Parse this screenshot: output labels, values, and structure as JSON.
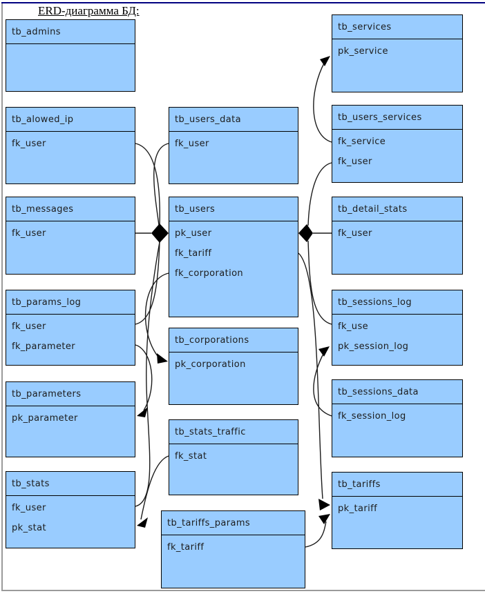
{
  "page": {
    "title": "ERD-диаграмма БД:"
  },
  "colors": {
    "box_fill": "#99CCFF",
    "box_border": "#000000",
    "top_rule": "#000080",
    "side_rule": "#9a9a9a",
    "connector": "#1a1a1a"
  },
  "tables": [
    {
      "name": "tb_admins",
      "fields": []
    },
    {
      "name": "tb_alowed_ip",
      "fields": [
        "fk_user"
      ]
    },
    {
      "name": "tb_messages",
      "fields": [
        "fk_user"
      ]
    },
    {
      "name": "tb_params_log",
      "fields": [
        "fk_user",
        "fk_parameter"
      ]
    },
    {
      "name": "tb_parameters",
      "fields": [
        "pk_parameter"
      ]
    },
    {
      "name": "tb_stats",
      "fields": [
        "fk_user",
        "pk_stat"
      ]
    },
    {
      "name": "tb_users_data",
      "fields": [
        "fk_user"
      ]
    },
    {
      "name": "tb_users",
      "fields": [
        "pk_user",
        "fk_tariff",
        "fk_corporation"
      ]
    },
    {
      "name": "tb_corporations",
      "fields": [
        "pk_corporation"
      ]
    },
    {
      "name": "tb_stats_traffic",
      "fields": [
        "fk_stat"
      ]
    },
    {
      "name": "tb_tariffs_params",
      "fields": [
        "fk_tariff"
      ]
    },
    {
      "name": "tb_services",
      "fields": [
        "pk_service"
      ]
    },
    {
      "name": "tb_users_services",
      "fields": [
        "fk_service",
        "fk_user"
      ]
    },
    {
      "name": "tb_detail_stats",
      "fields": [
        "fk_user"
      ]
    },
    {
      "name": "tb_sessions_log",
      "fields": [
        "fk_use",
        "pk_session_log"
      ]
    },
    {
      "name": "tb_sessions_data",
      "fields": [
        "fk_session_log"
      ]
    },
    {
      "name": "tb_tariffs",
      "fields": [
        "pk_tariff"
      ]
    }
  ],
  "relationships": [
    {
      "from": "tb_alowed_ip.fk_user",
      "to": "tb_users.pk_user"
    },
    {
      "from": "tb_users_data.fk_user",
      "to": "tb_users.pk_user"
    },
    {
      "from": "tb_messages.fk_user",
      "to": "tb_users.pk_user"
    },
    {
      "from": "tb_params_log.fk_user",
      "to": "tb_users.pk_user"
    },
    {
      "from": "tb_stats.fk_user",
      "to": "tb_users.pk_user"
    },
    {
      "from": "tb_params_log.fk_parameter",
      "to": "tb_parameters.pk_parameter"
    },
    {
      "from": "tb_stats_traffic.fk_stat",
      "to": "tb_stats.pk_stat"
    },
    {
      "from": "tb_users.fk_corporation",
      "to": "tb_corporations.pk_corporation"
    },
    {
      "from": "tb_users_services.fk_user",
      "to": "tb_users.pk_user"
    },
    {
      "from": "tb_detail_stats.fk_user",
      "to": "tb_users.pk_user"
    },
    {
      "from": "tb_sessions_log.fk_use",
      "to": "tb_users.pk_user"
    },
    {
      "from": "tb_users_services.fk_service",
      "to": "tb_services.pk_service"
    },
    {
      "from": "tb_sessions_data.fk_session_log",
      "to": "tb_sessions_log.pk_session_log"
    },
    {
      "from": "tb_users.fk_tariff",
      "to": "tb_tariffs.pk_tariff"
    },
    {
      "from": "tb_tariffs_params.fk_tariff",
      "to": "tb_tariffs.pk_tariff"
    }
  ]
}
